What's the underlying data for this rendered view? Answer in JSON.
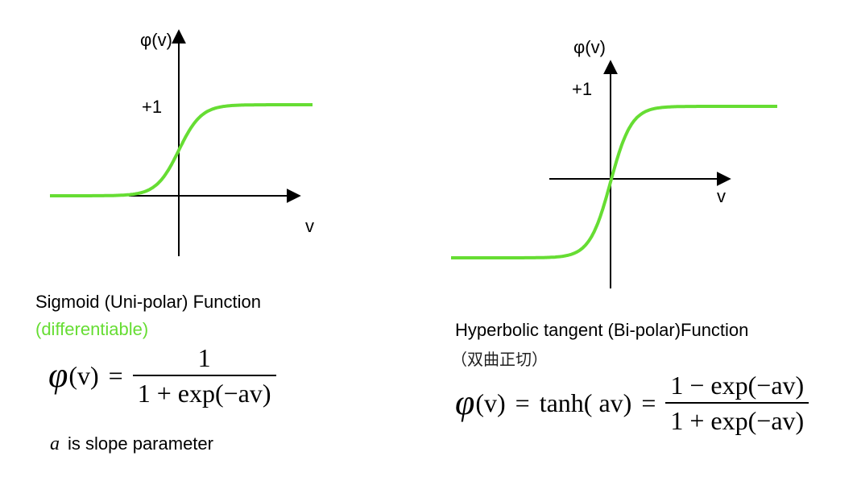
{
  "colors": {
    "curve": "#66dd33",
    "axis": "#000000"
  },
  "sigmoid": {
    "y_axis_label": "φ(v)",
    "x_axis_label": "v",
    "level_label": "+1",
    "title": "Sigmoid (Uni-polar) Function",
    "note": "(differentiable)",
    "formula": {
      "lhs": "(v)",
      "phi": "φ",
      "eq": "=",
      "numerator": "1",
      "denominator": "1 + exp(−av)"
    },
    "slope_var": "a",
    "slope_text": "is slope parameter"
  },
  "tanh": {
    "y_axis_label": "φ(v)",
    "x_axis_label": "v",
    "level_label": "+1",
    "title": "Hyperbolic tangent (Bi-polar)Function",
    "subtitle": "（双曲正切）",
    "formula": {
      "phi": "φ",
      "lhs": "(v)",
      "eq1": "=",
      "mid": "tanh( av)",
      "eq2": "=",
      "numerator": "1 − exp(−av)",
      "denominator": "1 + exp(−av)"
    }
  }
}
